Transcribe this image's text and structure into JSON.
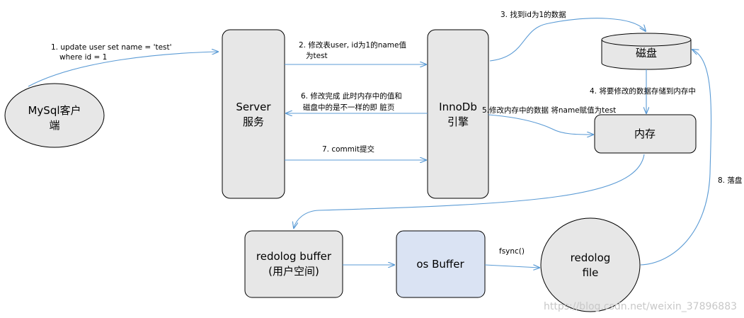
{
  "nodes": {
    "client": [
      "MySql客户",
      "端"
    ],
    "server": [
      "Server",
      "服务"
    ],
    "innodb": [
      "InnoDb",
      "引擎"
    ],
    "disk": "磁盘",
    "memory": "内存",
    "redolog_buffer": [
      "redolog buffer",
      "(用户空间)"
    ],
    "os_buffer": "os Buffer",
    "redolog_file": [
      "redolog",
      "file"
    ]
  },
  "edges": {
    "e1": [
      "1. update user set name = 'test'",
      "where id = 1"
    ],
    "e2": [
      "2. 修改表user, id为1的name值",
      "为test"
    ],
    "e3": "3. 找到id为1的数据",
    "e4": "4. 将要修改的数据存储到内存中",
    "e5": "5.修改内存中的数据 将name赋值为test",
    "e6": [
      "6. 修改完成 此时内存中的值和",
      "磁盘中的是不一样的即 脏页"
    ],
    "e7": "7. commit提交",
    "fsync": "fsync()",
    "e8": "8. 落盘"
  },
  "watermark": "https://blog.csdn.net/weixin_37896883",
  "colors": {
    "node_fill": "#e7e7e7",
    "node_border": "#000000",
    "os_buffer_fill": "#dae3f3",
    "arrow": "#5b9bd5"
  }
}
